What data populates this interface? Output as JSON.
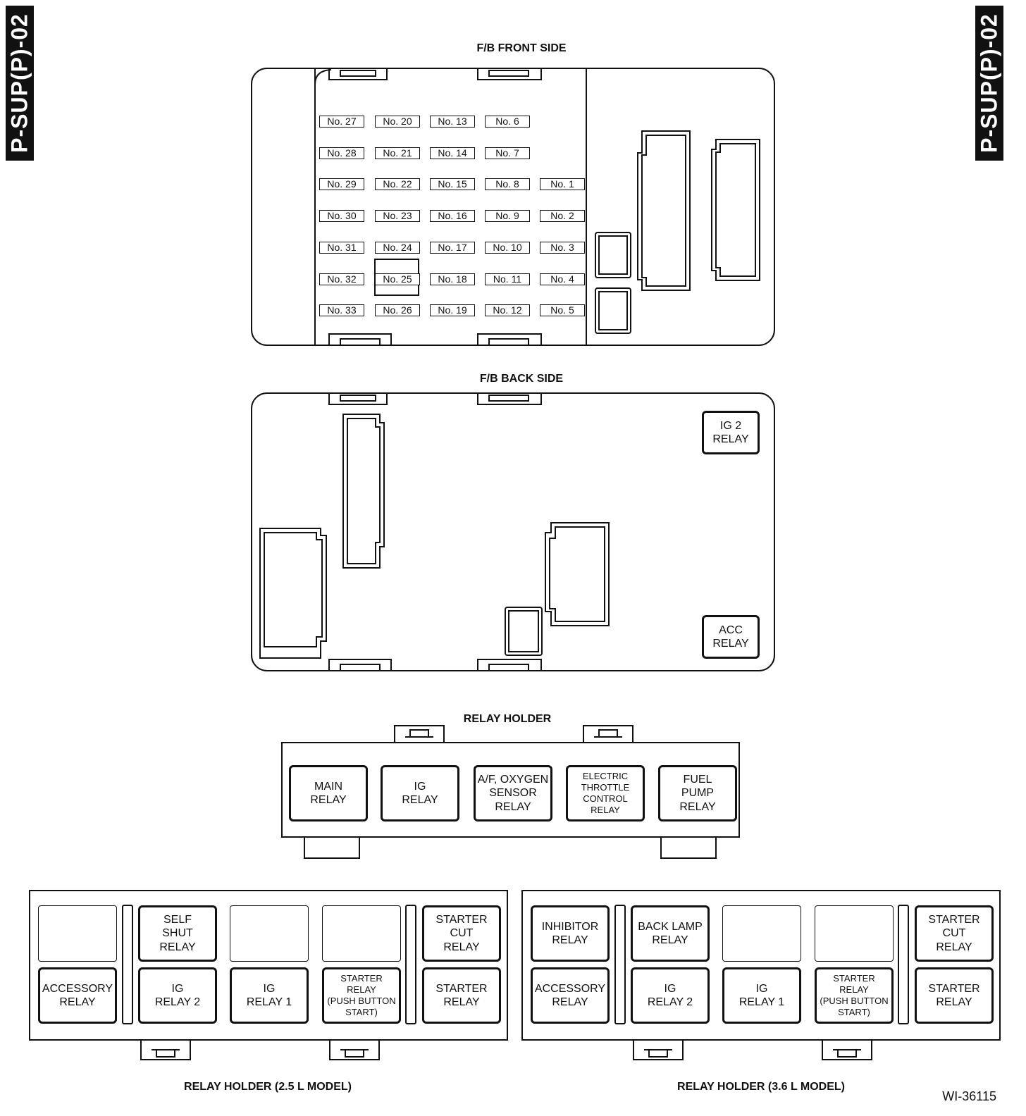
{
  "page_code": "P-SUP(P)-02",
  "figure_id": "WI-36115",
  "front_side": {
    "title": "F/B FRONT SIDE",
    "fuses": [
      "No. 1",
      "No. 2",
      "No. 3",
      "No. 4",
      "No. 5",
      "No. 6",
      "No. 7",
      "No. 8",
      "No. 9",
      "No. 10",
      "No. 11",
      "No. 12",
      "No. 13",
      "No. 14",
      "No. 15",
      "No. 16",
      "No. 17",
      "No. 18",
      "No. 19",
      "No. 20",
      "No. 21",
      "No. 22",
      "No. 23",
      "No. 24",
      "No. 25",
      "No. 26",
      "No. 27",
      "No. 28",
      "No. 29",
      "No. 30",
      "No. 31",
      "No. 32",
      "No. 33"
    ]
  },
  "back_side": {
    "title": "F/B BACK SIDE",
    "relays": [
      "IG 2\nRELAY",
      "ACC\nRELAY"
    ]
  },
  "relay_holder": {
    "title": "RELAY HOLDER",
    "relays": [
      "MAIN\nRELAY",
      "IG\nRELAY",
      "A/F, OXYGEN\nSENSOR\nRELAY",
      "ELECTRIC\nTHROTTLE\nCONTROL\nRELAY",
      "FUEL\nPUMP\nRELAY"
    ]
  },
  "holder_25": {
    "title": "RELAY HOLDER (2.5 L MODEL)",
    "top": [
      "",
      "SELF\nSHUT\nRELAY",
      "",
      "",
      "STARTER\nCUT\nRELAY"
    ],
    "bottom": [
      "ACCESSORY\nRELAY",
      "IG\nRELAY 2",
      "IG\nRELAY 1",
      "STARTER\nRELAY\n(PUSH BUTTON\nSTART)",
      "STARTER\nRELAY"
    ]
  },
  "holder_36": {
    "title": "RELAY HOLDER (3.6 L MODEL)",
    "top": [
      "INHIBITOR\nRELAY",
      "BACK LAMP\nRELAY",
      "",
      "",
      "STARTER\nCUT\nRELAY"
    ],
    "bottom": [
      "ACCESSORY\nRELAY",
      "IG\nRELAY 2",
      "IG\nRELAY 1",
      "STARTER\nRELAY\n(PUSH BUTTON\nSTART)",
      "STARTER\nRELAY"
    ]
  }
}
